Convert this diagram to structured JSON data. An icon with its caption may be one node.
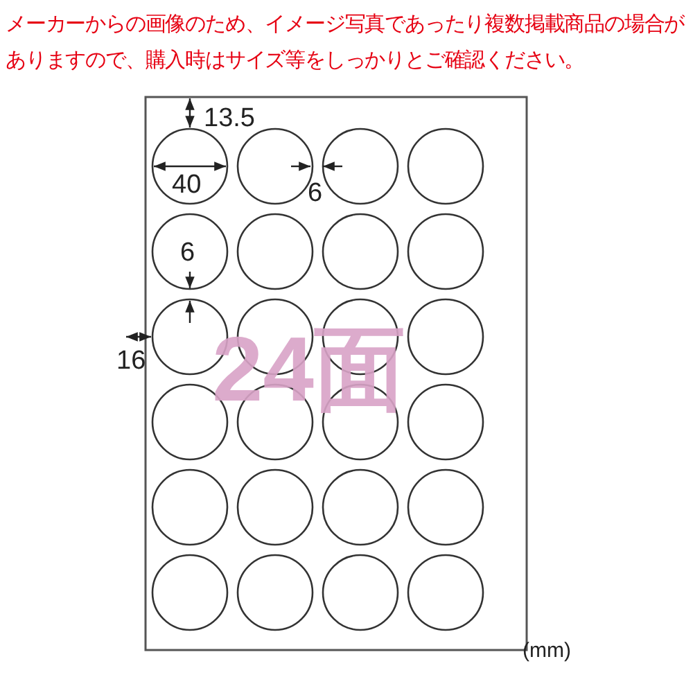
{
  "diagram": {
    "title": "メーカーからの画像のため、イメージ写真であったり複数掲載商品の場合がありますので、購入時はサイズ等をしっかりとご確認ください。",
    "labels": [
      "13.5",
      "40",
      "6",
      "6",
      "16",
      "24面",
      "(mm)"
    ]
  }
}
